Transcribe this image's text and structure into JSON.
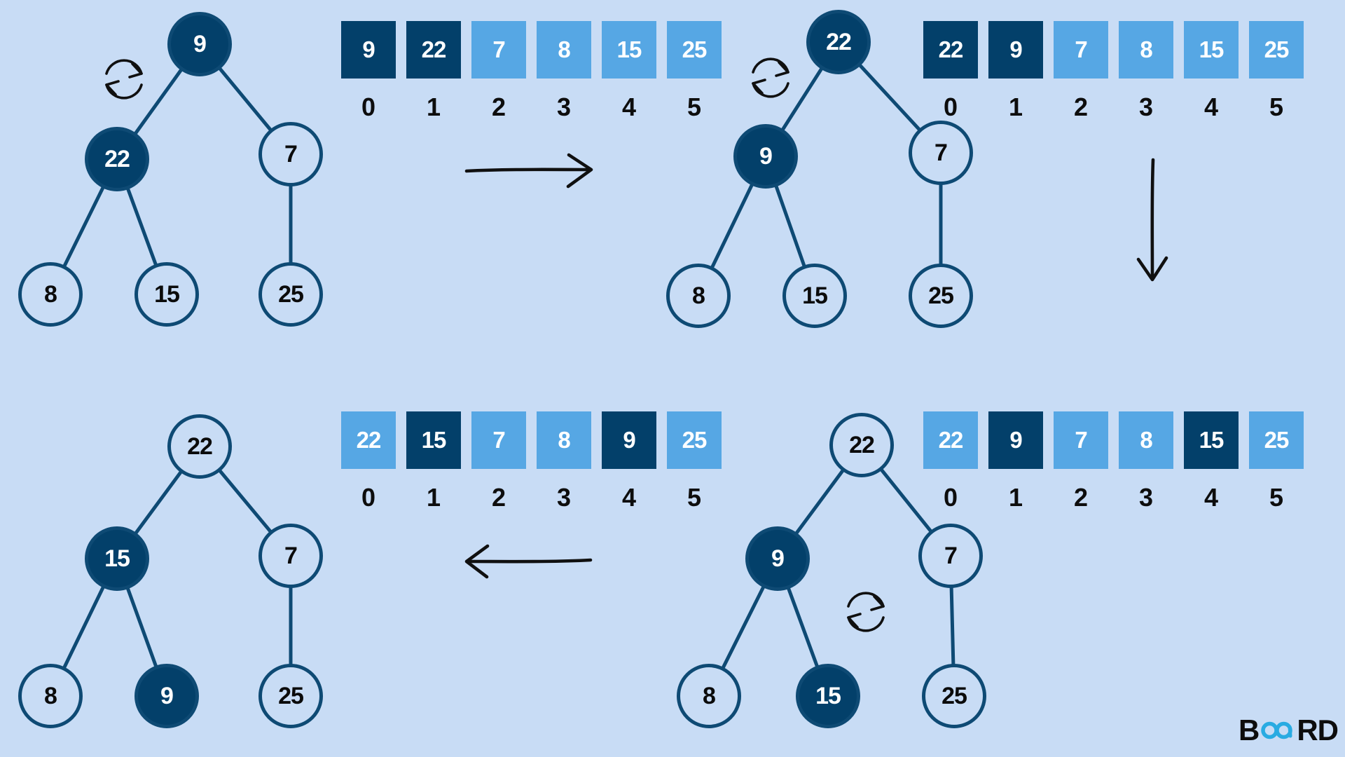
{
  "colors": {
    "background": "#c8dcf5",
    "dark_navy": "#03406a",
    "light_blue": "#56a7e4",
    "outline_navy": "#0e4a74",
    "arrow_black": "#101010",
    "logo_blue": "#29abe2"
  },
  "panels": [
    {
      "position": "top-left",
      "swap_icon": true,
      "tree": {
        "nodes": [
          {
            "label": "9",
            "variant": "dark"
          },
          {
            "label": "22",
            "variant": "dark"
          },
          {
            "label": "7",
            "variant": "light"
          },
          {
            "label": "8",
            "variant": "light"
          },
          {
            "label": "15",
            "variant": "light"
          },
          {
            "label": "25",
            "variant": "light"
          }
        ]
      },
      "array": {
        "cells": [
          {
            "value": "9",
            "variant": "dark"
          },
          {
            "value": "22",
            "variant": "dark"
          },
          {
            "value": "7",
            "variant": "light"
          },
          {
            "value": "8",
            "variant": "light"
          },
          {
            "value": "15",
            "variant": "light"
          },
          {
            "value": "25",
            "variant": "light"
          }
        ],
        "indices": [
          "0",
          "1",
          "2",
          "3",
          "4",
          "5"
        ]
      }
    },
    {
      "position": "top-right",
      "swap_icon": true,
      "tree": {
        "nodes": [
          {
            "label": "22",
            "variant": "dark"
          },
          {
            "label": "9",
            "variant": "dark"
          },
          {
            "label": "7",
            "variant": "light"
          },
          {
            "label": "8",
            "variant": "light"
          },
          {
            "label": "15",
            "variant": "light"
          },
          {
            "label": "25",
            "variant": "light"
          }
        ]
      },
      "array": {
        "cells": [
          {
            "value": "22",
            "variant": "dark"
          },
          {
            "value": "9",
            "variant": "dark"
          },
          {
            "value": "7",
            "variant": "light"
          },
          {
            "value": "8",
            "variant": "light"
          },
          {
            "value": "15",
            "variant": "light"
          },
          {
            "value": "25",
            "variant": "light"
          }
        ],
        "indices": [
          "0",
          "1",
          "2",
          "3",
          "4",
          "5"
        ]
      }
    },
    {
      "position": "bottom-right",
      "swap_icon": true,
      "tree": {
        "nodes": [
          {
            "label": "22",
            "variant": "light"
          },
          {
            "label": "9",
            "variant": "dark"
          },
          {
            "label": "7",
            "variant": "light"
          },
          {
            "label": "8",
            "variant": "light"
          },
          {
            "label": "15",
            "variant": "dark"
          },
          {
            "label": "25",
            "variant": "light"
          }
        ]
      },
      "array": {
        "cells": [
          {
            "value": "22",
            "variant": "light"
          },
          {
            "value": "9",
            "variant": "dark"
          },
          {
            "value": "7",
            "variant": "light"
          },
          {
            "value": "8",
            "variant": "light"
          },
          {
            "value": "15",
            "variant": "dark"
          },
          {
            "value": "25",
            "variant": "light"
          }
        ],
        "indices": [
          "0",
          "1",
          "2",
          "3",
          "4",
          "5"
        ]
      }
    },
    {
      "position": "bottom-left",
      "swap_icon": false,
      "tree": {
        "nodes": [
          {
            "label": "22",
            "variant": "light"
          },
          {
            "label": "15",
            "variant": "dark"
          },
          {
            "label": "7",
            "variant": "light"
          },
          {
            "label": "8",
            "variant": "light"
          },
          {
            "label": "9",
            "variant": "dark"
          },
          {
            "label": "25",
            "variant": "light"
          }
        ]
      },
      "array": {
        "cells": [
          {
            "value": "22",
            "variant": "light"
          },
          {
            "value": "15",
            "variant": "dark"
          },
          {
            "value": "7",
            "variant": "light"
          },
          {
            "value": "8",
            "variant": "light"
          },
          {
            "value": "9",
            "variant": "dark"
          },
          {
            "value": "25",
            "variant": "light"
          }
        ],
        "indices": [
          "0",
          "1",
          "2",
          "3",
          "4",
          "5"
        ]
      }
    }
  ],
  "arrows": [
    "right-arrow",
    "down-arrow",
    "left-arrow"
  ],
  "logo": {
    "prefix": "B",
    "suffix": "RD"
  }
}
